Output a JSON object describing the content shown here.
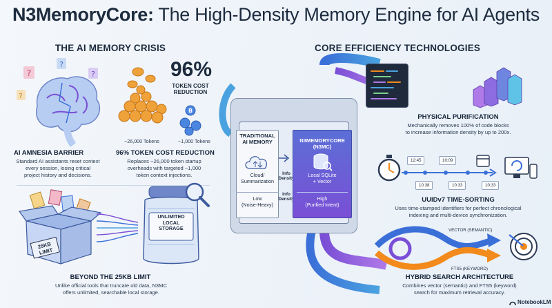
{
  "title": {
    "bold": "N3MemoryCore:",
    "rest": " The High-Density Memory Engine for AI Agents"
  },
  "left": {
    "heading": "THE AI MEMORY CRISIS",
    "stat_big": "96%",
    "stat_caption_1": "TOKEN COST",
    "stat_caption_2": "REDUCTION",
    "tokens_big_label": "~26,000 Tokens",
    "tokens_small_label": "~1,000 Tokens",
    "amnesia": {
      "title": "AI AMNESIA BARRIER",
      "lines": [
        "Standard AI assistants reset context",
        "every session, losing critical",
        "project history and decisions."
      ]
    },
    "reduction": {
      "title": "96% TOKEN COST REDUCTION",
      "lines": [
        "Replaces ~26,000 token startup",
        "overheads with targeted ~1,000",
        "token context injections."
      ]
    },
    "box_label_1": "25KB",
    "box_label_2": "LIMIT",
    "jar_label": [
      "UNLIMITED",
      "LOCAL",
      "STORAGE"
    ],
    "beyond": {
      "title": "BEYOND THE 25KB LIMIT",
      "lines": [
        "Unlike official tools that truncate old data, N3MC",
        "offers unlimited, searchable local storage."
      ]
    }
  },
  "center": {
    "traditional_title": [
      "TRADITIONAL",
      "AI MEMORY"
    ],
    "traditional_value": [
      "Cloud/",
      "Summarization"
    ],
    "traditional_density": [
      "Low",
      "(Noise-Heavy)"
    ],
    "n3mc_title": [
      "N3MEMORYCORE",
      "(N3MC)"
    ],
    "n3mc_value": [
      "Local SQLite",
      "+ Vector"
    ],
    "n3mc_density": [
      "High",
      "(Purified Intent)"
    ],
    "chip_top": [
      "Info",
      "Density"
    ],
    "chip_bottom": [
      "Info",
      "Density"
    ]
  },
  "right": {
    "heading": "CORE EFFICIENCY TECHNOLOGIES",
    "purification": {
      "title": "PHYSICAL PURIFICATION",
      "lines": [
        "Mechanically removes 100% of code blocks",
        "to increase information density by up to 200x."
      ]
    },
    "uuid": {
      "title": "UUIDv7 TIME-SORTING",
      "lines": [
        "Uses time-stamped identifiers for perfect chronological",
        "indexing and multi-device synchronization."
      ],
      "stamps": [
        "12:45",
        "10:09",
        "10:38",
        "10:33",
        "10:33"
      ]
    },
    "hybrid": {
      "title": "HYBRID SEARCH ARCHITECTURE",
      "lines": [
        "Combines vector (semantic) and FTS5 (keyword)",
        "search for maximum retrieval accuracy."
      ],
      "arrow_top": "VECTOR (SEMANTIC)",
      "arrow_bottom": "FTS5 (KEYWORD)"
    }
  },
  "brand": "NotebookLM",
  "colors": {
    "accent_blue": "#3b6fd8",
    "accent_purple": "#7a4fd6",
    "accent_orange": "#f28a1c",
    "coin": "#f0a23a",
    "text_dark": "#1d2b3e"
  }
}
